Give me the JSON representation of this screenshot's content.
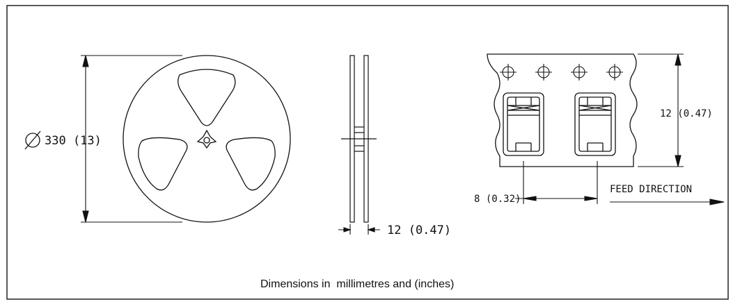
{
  "reel_diameter_label": "330 (13)",
  "reel_width_label": "12 (0.47)",
  "tape_width_label": "12 (0.47)",
  "pitch_label": "8 (0.32)",
  "feed_direction_label": "FEED DIRECTION",
  "caption": "Dimensions in  millimetres and (inches)",
  "icons": {
    "diameter_symbol": "diameter-icon"
  }
}
